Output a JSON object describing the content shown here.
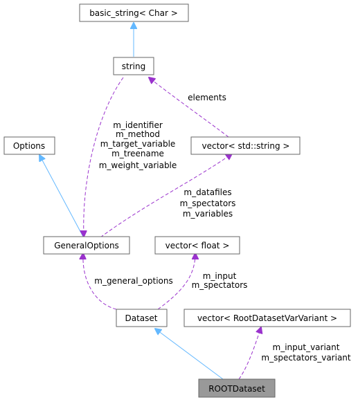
{
  "colors": {
    "inherit": "#63b8ff",
    "usage": "#9a32cd",
    "node_fill": "#ffffff",
    "node_stroke": "#666666",
    "highlight_fill": "#999999",
    "text": "#000000"
  },
  "nodes": {
    "basic_string": "basic_string< Char >",
    "string": "string",
    "options": "Options",
    "vector_string": "vector< std::string >",
    "general_options": "GeneralOptions",
    "vector_float": "vector< float >",
    "dataset": "Dataset",
    "vector_rootvar": "vector< RootDatasetVarVariant >",
    "root_dataset": "ROOTDataset"
  },
  "edge_labels": {
    "elements": [
      "elements"
    ],
    "string_to_general": [
      "m_identifier",
      "m_method",
      "m_target_variable",
      "m_treename",
      "m_weight_variable"
    ],
    "vecstring_to_general": [
      "m_datafiles",
      "m_spectators",
      "m_variables"
    ],
    "general_to_dataset": [
      "m_general_options"
    ],
    "vecfloat_to_dataset": [
      "m_input",
      "m_spectators"
    ],
    "rootvar_to_root": [
      "m_input_variant",
      "m_spectators_variant"
    ]
  }
}
